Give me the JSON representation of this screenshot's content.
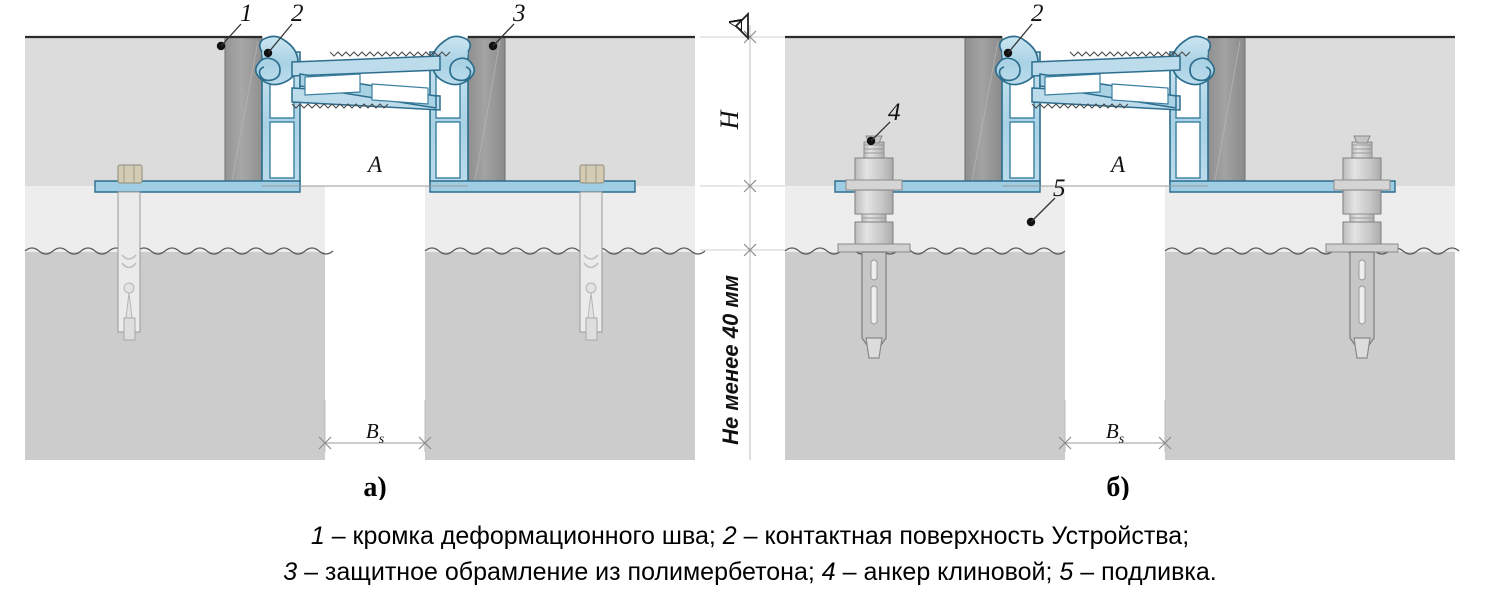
{
  "figure": {
    "title_implicit": "Схема установки деформационного шва",
    "panels": [
      {
        "id": "a",
        "label": "а)",
        "anchor_type": "chemical",
        "dimension_labels": {
          "gap": "A",
          "slot_width": "Bs"
        },
        "callouts": [
          {
            "num": "1",
            "target": "edge-of-expansion-joint"
          },
          {
            "num": "2",
            "target": "contact-surface-of-device"
          },
          {
            "num": "3",
            "target": "polymer-concrete-frame"
          }
        ]
      },
      {
        "id": "b",
        "label": "б)",
        "anchor_type": "wedge",
        "dimension_labels": {
          "gap": "A",
          "slot_width": "Bs"
        },
        "callouts": [
          {
            "num": "2",
            "target": "contact-surface-of-device"
          },
          {
            "num": "4",
            "target": "wedge-anchor"
          },
          {
            "num": "5",
            "target": "grout-bedding"
          }
        ]
      }
    ],
    "vertical_dimensions": [
      {
        "key": "delta",
        "label": "Δ"
      },
      {
        "key": "height",
        "label": "H"
      },
      {
        "key": "min_depth",
        "label": "Не менее 40 мм"
      }
    ],
    "subscripts": {
      "bs_base": "B",
      "bs_sub": "s"
    }
  },
  "caption": {
    "line1_parts": [
      {
        "num": "1",
        "text": " – кромка деформационного шва; "
      },
      {
        "num": "2",
        "text": " – контактная поверхность Устройства;"
      }
    ],
    "line2_parts": [
      {
        "num": "3",
        "text": " – защитное обрамление из полимербетона; "
      },
      {
        "num": "4",
        "text": " – анкер клиновой; "
      },
      {
        "num": "5",
        "text": " – подливка."
      }
    ],
    "line1_full": "1 – кромка деформационного шва; 2 – контактная поверхность Устройства;",
    "line2_full": "3 – защитное обрамление из полимербетона; 4 – анкер клиновой; 5 – подливка."
  },
  "colors": {
    "concrete_light": "#dcdcdc",
    "concrete_upper": "#e2e2e2",
    "concrete_lower": "#cccccc",
    "grout_light": "#ededed",
    "polymer_concrete": "#9a9a9a",
    "profile_fill": "#aed4e6",
    "profile_fill_light": "#c5e0ee",
    "profile_stroke": "#2d6e8e",
    "metal_fill": "#c9c9c9",
    "metal_light": "#dddddd",
    "outline": "#555555",
    "text": "#000000"
  }
}
